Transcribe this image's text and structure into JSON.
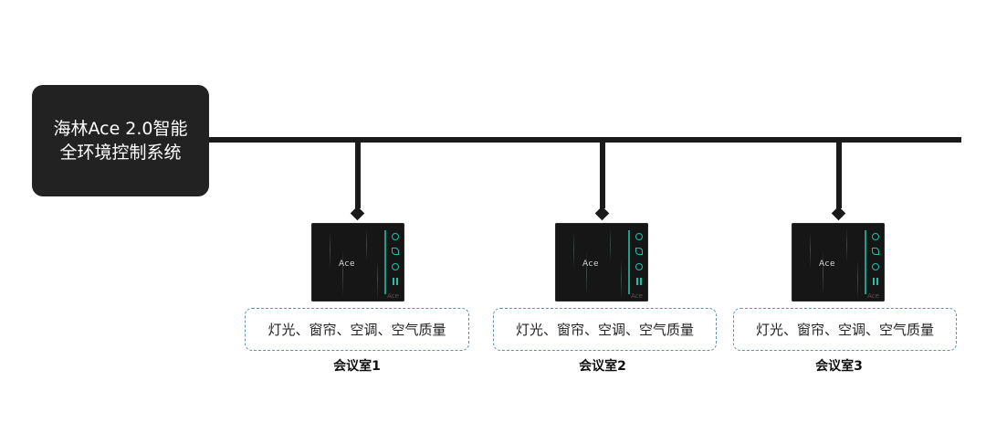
{
  "hub": {
    "line1": "海林Ace 2.0智能",
    "line2": "全环境控制系统"
  },
  "panel": {
    "logo": "Ace",
    "corner_logo": "Ace",
    "icons": [
      "humidity-icon",
      "leaf-icon",
      "power-icon",
      "level-icon"
    ]
  },
  "rooms": [
    {
      "name": "会议室1",
      "devices": "灯光、窗帘、空调、空气质量"
    },
    {
      "name": "会议室2",
      "devices": "灯光、窗帘、空调、空气质量"
    },
    {
      "name": "会议室3",
      "devices": "灯光、窗帘、空调、空气质量"
    }
  ]
}
